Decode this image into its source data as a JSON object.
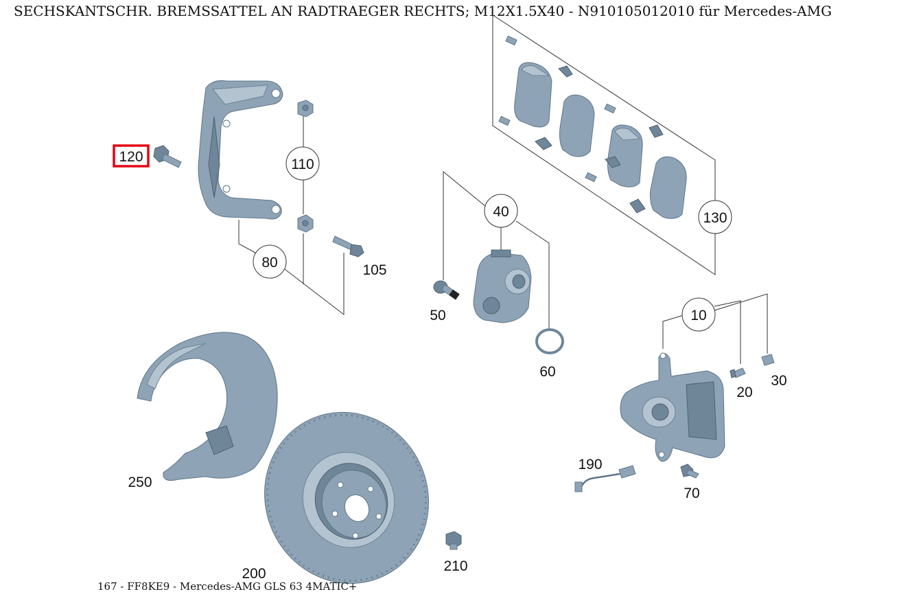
{
  "title": "SECHSKANTSCHR. BREMSSATTEL AN RADTRAEGER RECHTS; M12X1.5X40 - N910105012010 für Mercedes-AMG",
  "footer": "167 - FF8KE9 - Mercedes-AMG GLS 63 4MATIC+",
  "colors": {
    "selection": "#e30613",
    "part": "#8ea4b6",
    "line": "#333333"
  },
  "selected_part": "120",
  "labels": {
    "p10": "10",
    "p20": "20",
    "p30": "30",
    "p40": "40",
    "p50": "50",
    "p60": "60",
    "p70": "70",
    "p80": "80",
    "p105": "105",
    "p110": "110",
    "p120": "120",
    "p130": "130",
    "p190": "190",
    "p200": "200",
    "p210": "210",
    "p250": "250"
  }
}
